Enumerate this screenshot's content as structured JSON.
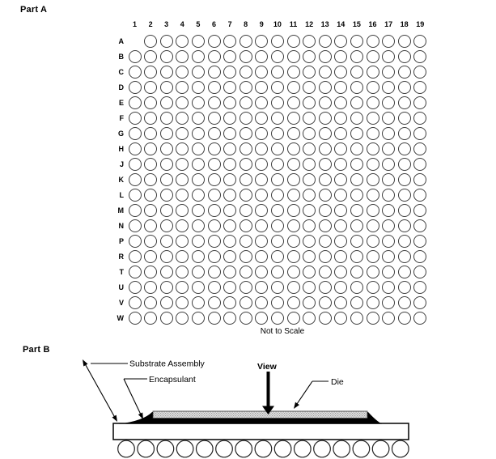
{
  "part_a": {
    "label": "Part A",
    "column_labels": [
      "1",
      "2",
      "3",
      "4",
      "5",
      "6",
      "7",
      "8",
      "9",
      "10",
      "11",
      "12",
      "13",
      "14",
      "15",
      "16",
      "17",
      "18",
      "19"
    ],
    "row_labels": [
      "A",
      "B",
      "C",
      "D",
      "E",
      "F",
      "G",
      "H",
      "J",
      "K",
      "L",
      "M",
      "N",
      "P",
      "R",
      "T",
      "U",
      "V",
      "W"
    ],
    "missing_balls": [
      {
        "row": "A",
        "col": 1
      }
    ],
    "note": "Not to Scale"
  },
  "part_b": {
    "label": "Part B",
    "labels": {
      "substrate_assembly": "Substrate Assembly",
      "encapsulant": "Encapsulant",
      "view": "View",
      "die": "Die"
    },
    "solder_ball_count": 15
  },
  "colors": {
    "background": "#ffffff",
    "ink": "#000000",
    "ball_outline": "#3f3f3f",
    "encapsulant_fill": "#e3e3e3",
    "encapsulant_dot": "#9a9a9a",
    "die_fill": "#000000"
  }
}
